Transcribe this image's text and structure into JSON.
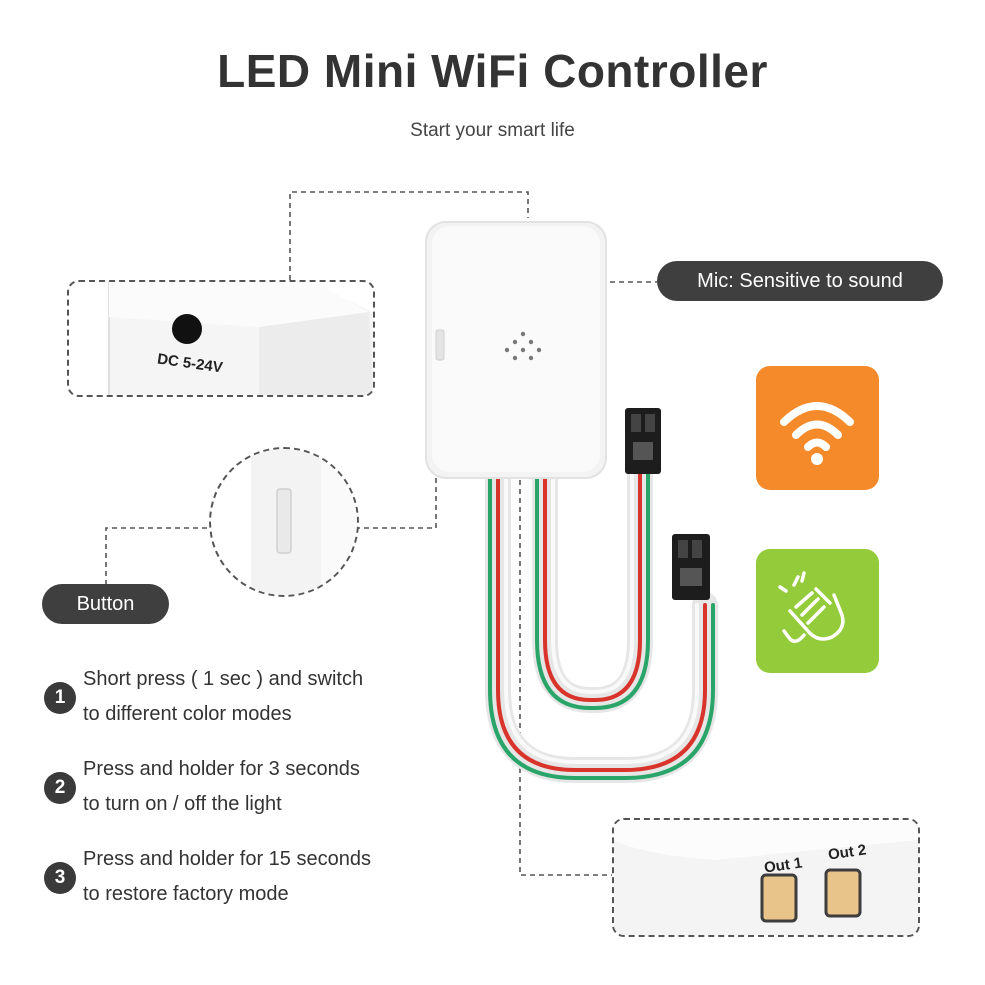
{
  "header": {
    "title": "LED Mini WiFi Controller",
    "subtitle": "Start your smart life"
  },
  "callouts": {
    "mic": "Mic: Sensitive to sound",
    "button": "Button",
    "dc_port": "DC 5-24V",
    "out1": "Out 1",
    "out2": "Out 2"
  },
  "icons": {
    "wifi_tile": "wifi-icon",
    "clap_tile": "clapping-hands-icon",
    "wifi_tile_color": "#f58a2a",
    "clap_tile_color": "#93cb3a"
  },
  "wire_colors": {
    "red": "#d9342b",
    "green": "#2aa56a",
    "white": "#f4f4f4"
  },
  "steps": [
    {
      "num": "1",
      "line1": "Short press ( 1 sec ) and switch",
      "line2": "to different color modes"
    },
    {
      "num": "2",
      "line1": "Press and holder for 3 seconds",
      "line2": "to turn on / off the light"
    },
    {
      "num": "3",
      "line1": "Press and holder for 15 seconds",
      "line2": "to restore factory mode"
    }
  ]
}
